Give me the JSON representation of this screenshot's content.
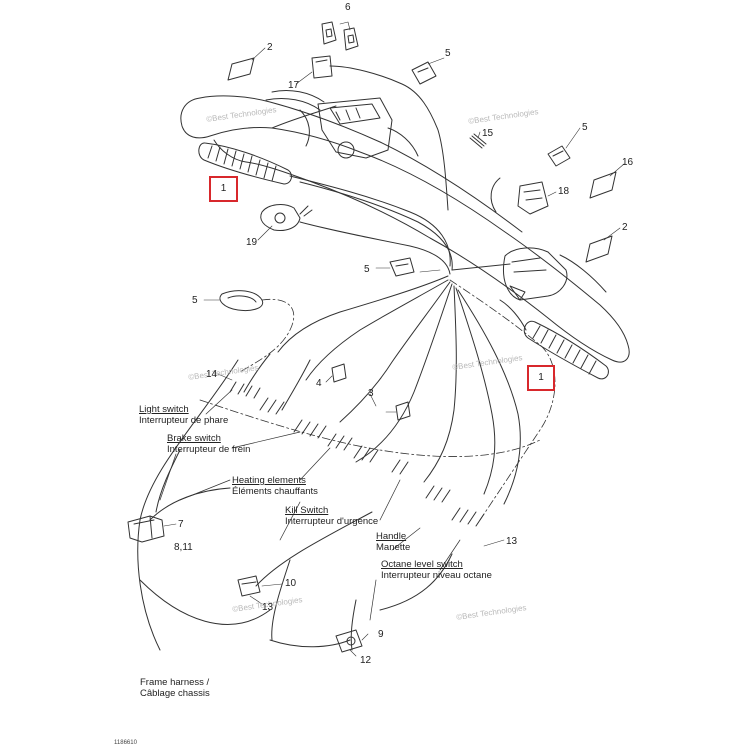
{
  "callouts": {
    "n1a": "1",
    "n1b": "1",
    "n2a": "2",
    "n2b": "2",
    "n3": "3",
    "n4": "4",
    "n5a": "5",
    "n5b": "5",
    "n5c": "5",
    "n5d": "5",
    "n6": "6",
    "n7": "7",
    "n811": "8,11",
    "n9": "9",
    "n10": "10",
    "n12": "12",
    "n13a": "13",
    "n13b": "13",
    "n14": "14",
    "n15": "15",
    "n16": "16",
    "n17": "17",
    "n18": "18",
    "n19": "19"
  },
  "captions": {
    "light_switch": [
      "Light switch",
      "Interrupteur de phare"
    ],
    "brake_switch": [
      "Brake switch",
      "Interrupteur de frein"
    ],
    "heating_elements": [
      "Heating elements",
      "Éléments chauffants"
    ],
    "kill_switch": [
      "Kill Switch",
      "Interrupteur d'urgence"
    ],
    "handle": [
      "Handle",
      "Manette"
    ],
    "octane_level_switch": [
      "Octane level switch",
      "Interrupteur niveau octane"
    ],
    "frame_harness": [
      "Frame harness /",
      "Câblage chassis"
    ]
  },
  "watermarks": [
    "©Best Technologies",
    "©Best Technologies",
    "©Best Technologies",
    "©Best Technologies",
    "©Best Technologies",
    "©Best Technologies"
  ],
  "doc_id": "1186610",
  "colors": {
    "highlight": "#d8282c",
    "line": "#333333"
  }
}
